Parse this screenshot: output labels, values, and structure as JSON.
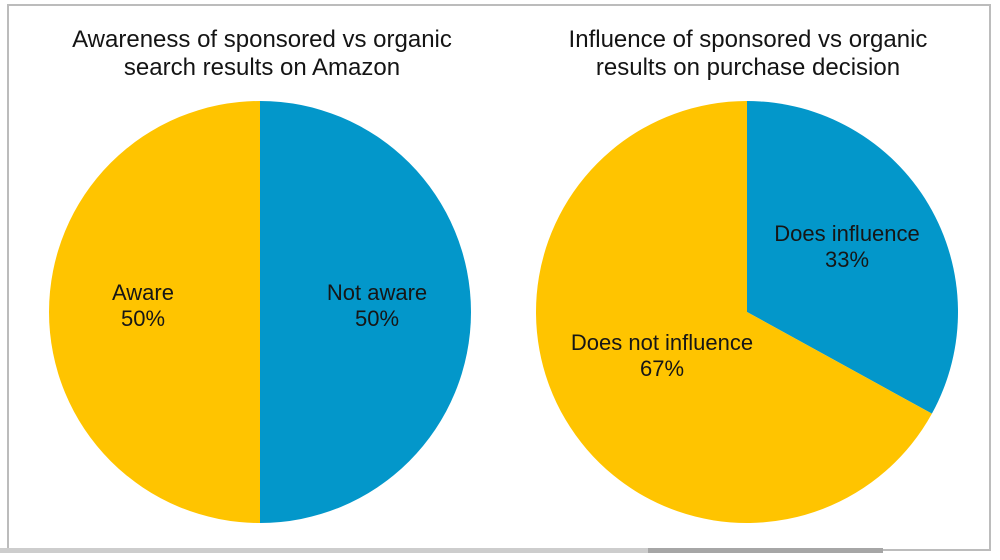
{
  "page": {
    "background_color": "#ffffff",
    "panel_border_color": "#bcbcbc"
  },
  "scrollbar": {
    "track_color": "#cdcdcd",
    "thumb_color": "#a6a6a6"
  },
  "palette": {
    "yellow": "#ffc400",
    "blue": "#0397ca"
  },
  "chart_data": [
    {
      "type": "pie",
      "title": "Awareness of sponsored vs organic search results on Amazon",
      "title_lines": [
        "Awareness of sponsored vs organic",
        "search results on Amazon"
      ],
      "legend_position": "none",
      "labels_inside": true,
      "start_angle_deg": 0,
      "direction": "clockwise",
      "slices": [
        {
          "label": "Not aware",
          "value": 50,
          "pct_label": "50%",
          "color": "#0397ca"
        },
        {
          "label": "Aware",
          "value": 50,
          "pct_label": "50%",
          "color": "#ffc400"
        }
      ]
    },
    {
      "type": "pie",
      "title": "Influence of sponsored vs organic results on purchase decision",
      "title_lines": [
        "Influence of sponsored vs organic",
        "results on purchase decision"
      ],
      "legend_position": "none",
      "labels_inside": true,
      "start_angle_deg": 0,
      "direction": "clockwise",
      "slices": [
        {
          "label": "Does influence",
          "value": 33,
          "pct_label": "33%",
          "color": "#0397ca"
        },
        {
          "label": "Does not influence",
          "value": 67,
          "pct_label": "67%",
          "color": "#ffc400"
        }
      ]
    }
  ]
}
